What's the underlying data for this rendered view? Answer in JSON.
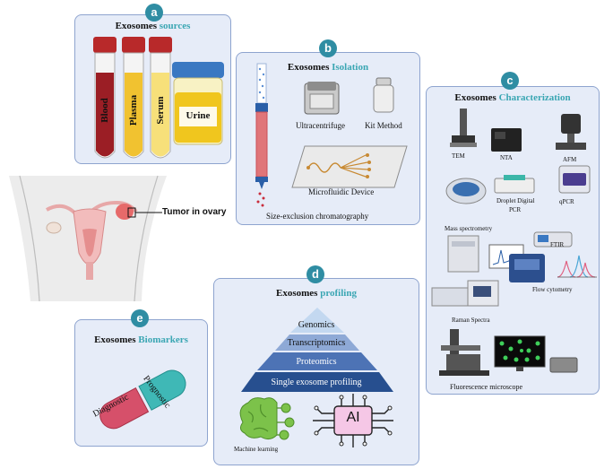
{
  "panel_a": {
    "badge": "a",
    "title_plain": "Exosomes",
    "title_accent": "sources",
    "tubes": [
      "Blood",
      "Plasma",
      "Serum"
    ],
    "jar": "Urine"
  },
  "panel_b": {
    "badge": "b",
    "title_plain": "Exosomes",
    "title_accent": "Isolation",
    "items": {
      "ultracentrifuge": "Ultracentrifuge",
      "kit": "Kit Method",
      "microfluidic": "Microfluidic Device",
      "sec": "Size-exclusion chromatography"
    }
  },
  "panel_c": {
    "badge": "c",
    "title_plain": "Exosomes",
    "title_accent": "Characterization",
    "items": {
      "tem": "TEM",
      "nta": "NTA",
      "afm": "AFM",
      "ddpcr_1": "Droplet Digital",
      "ddpcr_2": "PCR",
      "qpcr": "qPCR",
      "ms": "Mass spectrometry",
      "ftir": "FTIR",
      "flow": "Flow cytometry",
      "raman": "Raman Spectra",
      "fluor": "Fluorescence microscope"
    }
  },
  "anatomy": {
    "label": "Tumor in ovary"
  },
  "panel_d": {
    "badge": "d",
    "title_plain": "Exosomes",
    "title_accent": "profiling",
    "pyramid": [
      "Genomics",
      "Transcriptomics",
      "Proteomics",
      "Single exosome profiling"
    ],
    "ml_label": "Machine learning",
    "ai_label": "AI"
  },
  "panel_e": {
    "badge": "e",
    "title_plain": "Exosomes",
    "title_accent": "Biomarkers",
    "capsule_left": "Diagnostic",
    "capsule_right": "Prognostic"
  },
  "colors": {
    "panel_bg": "#e6ecf8",
    "panel_border": "#8ea4cf",
    "badge": "#2f8da3",
    "accent_text": "#3aa6b3",
    "pyramid": [
      "#c3d8f0",
      "#8ea9d6",
      "#4d73b5",
      "#274f8f"
    ],
    "capsule_left": "#d6506a",
    "capsule_right": "#3fb8b6"
  }
}
